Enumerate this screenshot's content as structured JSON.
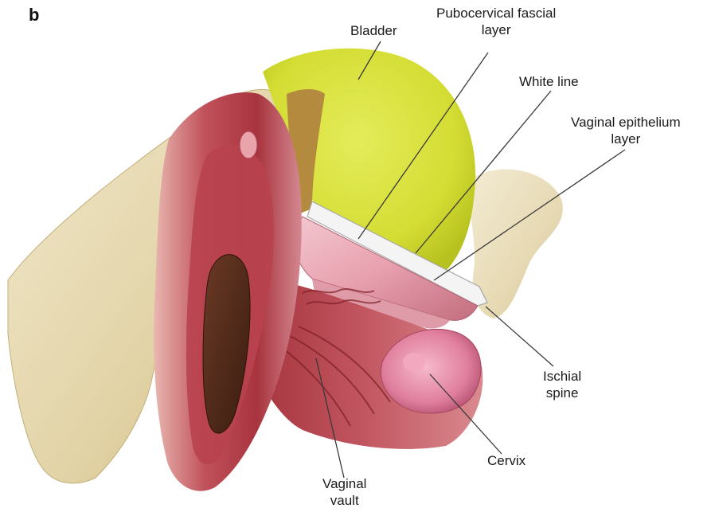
{
  "figure": {
    "panel_letter": "b",
    "labels": {
      "bladder": "Bladder",
      "pubocervical_l1": "Pubocervical fascial",
      "pubocervical_l2": "layer",
      "white_line": "White line",
      "vaginal_epithelium_l1": "Vaginal epithelium",
      "vaginal_epithelium_l2": "layer",
      "ischial_spine_l1": "Ischial",
      "ischial_spine_l2": "spine",
      "cervix": "Cervix",
      "vaginal_vault_l1": "Vaginal",
      "vaginal_vault_l2": "vault"
    }
  },
  "colors": {
    "bladder": "#d9e23a",
    "bone": "#e8dcb8",
    "tissue": "#c96a72",
    "fascia": "#e8a9b4",
    "white_line": "#f2f2f2",
    "cervix": "#e48aa6",
    "leader": "#333333"
  }
}
